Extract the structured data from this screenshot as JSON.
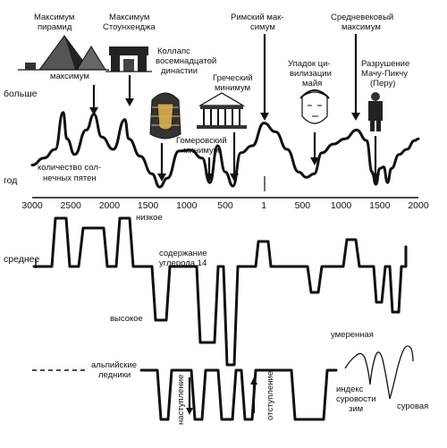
{
  "chart_data": {
    "type": "line",
    "panels": [
      "solar-activity",
      "carbon-14",
      "alpine-glaciers"
    ],
    "x_axis": {
      "label": "год",
      "tick_labels": [
        "3000",
        "2500",
        "2000",
        "1500",
        "1000",
        "500",
        "1",
        "500",
        "1000",
        "1500",
        "2000"
      ]
    },
    "solar_panel": {
      "y_label_top": "больше",
      "curve_label": "количество солнечных пятен",
      "curve_label_line1": "количество сол-",
      "curve_label_line2": "нечных пятен",
      "x": [
        -3000,
        -2850,
        -2700,
        -2600,
        -2550,
        -2450,
        -2300,
        -2200,
        -2100,
        -1950,
        -1800,
        -1750,
        -1600,
        -1450,
        -1350,
        -1250,
        -1100,
        -950,
        -800,
        -700,
        -600,
        -500,
        -400,
        -300,
        -150,
        0,
        150,
        300,
        450,
        550,
        650,
        750,
        900,
        1050,
        1200,
        1330,
        1400,
        1450,
        1500,
        1550,
        1600,
        1650,
        1750,
        1850,
        1950,
        2000
      ],
      "y": [
        30,
        38,
        48,
        90,
        60,
        42,
        70,
        88,
        62,
        48,
        82,
        60,
        40,
        20,
        5,
        15,
        46,
        47,
        38,
        10,
        52,
        22,
        6,
        44,
        52,
        78,
        68,
        48,
        22,
        16,
        20,
        44,
        54,
        60,
        70,
        58,
        22,
        8,
        26,
        28,
        10,
        26,
        42,
        48,
        58,
        60
      ]
    },
    "annotations": [
      {
        "name": "pyramid-maximum",
        "line1": "Максимум",
        "line2": "пирамид",
        "line3": "максимум"
      },
      {
        "name": "stonehenge-maximum",
        "line1": "Максимум",
        "line2": "Стоунхенджа"
      },
      {
        "name": "dynasty-collapse",
        "line1": "Коллапс",
        "line2": "восемнадцатой",
        "line3": "династии"
      },
      {
        "name": "greek-minimum",
        "line1": "Греческий",
        "line2": "минимум"
      },
      {
        "name": "homeric-minimum",
        "line1": "Гомеровский",
        "line2": "минимум"
      },
      {
        "name": "roman-maximum",
        "line1": "Римский мак-",
        "line2": "симум"
      },
      {
        "name": "maya-decline",
        "line1": "Упадок ци-",
        "line2": "вилизации",
        "line3": "майя"
      },
      {
        "name": "medieval-maximum",
        "line1": "Средневековый",
        "line2": "максимум"
      },
      {
        "name": "machu-picchu",
        "line1": "Разрушение",
        "line2": "Мачу-Пикчу",
        "line3": "(Перу)"
      }
    ],
    "carbon_panel": {
      "y_label": "среднее",
      "label_low": "низкое",
      "label_high": "высокое",
      "label_content_line1": "содержание",
      "label_content_line2": "углерода 14",
      "levels": {
        "baseline": 0,
        "low_c14": 1,
        "high_c14": -1
      }
    },
    "glacier_panel": {
      "label_line1": "альпийские",
      "label_line2": "ледники",
      "label_advance": "наступление",
      "label_retreat": "отступление",
      "label_moderate": "умеренная",
      "label_severe": "суровая",
      "index_line1": "индекс",
      "index_line2": "суровости",
      "index_line3": "зим"
    }
  }
}
